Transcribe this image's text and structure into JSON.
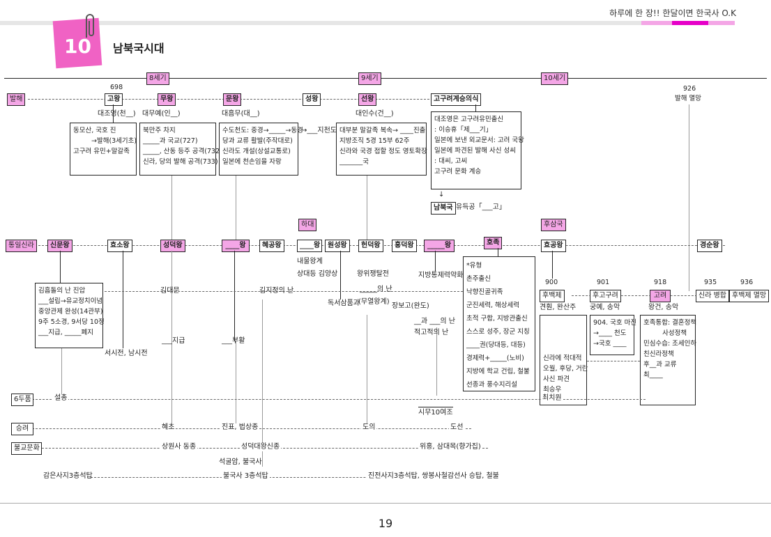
{
  "header": {
    "title": "하루에 한 장!! 한달이면 한국사 O.K",
    "colors": {
      "accent": "#f062c4",
      "bar_pink": "#f4a6e6",
      "bar_mag": "#e600c8"
    }
  },
  "chapter": {
    "number": "10",
    "title": "남북국시대"
  },
  "timeline": {
    "c8": "8세기",
    "c9": "9세기",
    "c10": "10세기"
  },
  "balhae": {
    "row": "발해",
    "year698": "698",
    "gowang": "고왕",
    "gowang_note": "대조영(천__)",
    "muwang": "무왕",
    "muwang_note": "대무예(인__)",
    "munwang": "문왕",
    "munwang_note": "대흠무(대__)",
    "seongwang": "성왕",
    "seonwang": "선왕",
    "seonwang_note": "대인수(건__)",
    "heritage": "고구려계승의식",
    "y926": "926",
    "fall": "발해 멸망",
    "gowang_box": [
      "동모산, 국호 진",
      "→발해(3세기초)",
      "고구려 유민+말갈족"
    ],
    "muwang_box": [
      "북만주 차지",
      "_____과 국교(727)",
      "_____, 산동 등주 공격(732)",
      "신라, 당의 발해 공격(733)"
    ],
    "munwang_box": [
      "수도천도: 중경→_____→동경",
      "당과 교류 활발(주작대로)",
      "신라도 개설(상설교통로)",
      "일본에 천손임을 자랑"
    ],
    "seongwang_arrow": "→___지천도",
    "seonwang_box": [
      "대부분 말갈족 복속→ ____진출",
      "지방조직 5경 15부 62주",
      "신라와 국경 접할 정도 영토확장",
      "_______국"
    ],
    "heritage_box": [
      "대조영은 고구려유민출신",
      "  : 이승휴「제___기」",
      "일본에 보낸 외교문서: 고려 국왕",
      "일본에 파견된 발해 사신 성씨",
      "  : 대씨, 고씨",
      "고구려 문화 계승"
    ],
    "nambuk": "남북국",
    "nambuk_note": "유득공「___고」"
  },
  "silla": {
    "row": "통일신라",
    "sinmun": "신문왕",
    "hyoso": "효소왕",
    "seongdeok": "성덕왕",
    "king4": "____왕",
    "hyegong": "혜공왕",
    "king6": "____왕",
    "hadae": "하대",
    "wonseong": "원성왕",
    "heondeok": "헌덕왕",
    "heungdeok": "흥덕왕",
    "king10": "_____왕",
    "hojok": "호족",
    "husamguk": "후삼국",
    "hyogong": "효공왕",
    "gyeongsun": "경순왕",
    "sinmun_box": [
      "김흠돌의 난 진압",
      "___설립→유교정치이념",
      "중앙관제 완성(14관부)",
      "9주 5소경, 9서당 10정",
      "___지급, _____폐지"
    ],
    "hojok_box": [
      "*유형",
      "  촌주출신",
      "  낙향진골귀족",
      "  군진세력, 해상세력",
      "  초적 구합, 지방관출신",
      "스스로 성주, 장군 지칭",
      "____권(당대등, 대등)",
      "경제력+_____(노비)",
      "지방에 학교 건립, 철불",
      "선종과 풍수지리설"
    ],
    "hyoso_note": "서시전, 남시전",
    "seongdeok_note1": "김대문",
    "seongdeok_note2": "___지급",
    "king4_note": "___부활",
    "hyegong_note": "김지정의 난",
    "king6_note1": "내물왕계",
    "king6_note2": "상대등 김양상",
    "wonseong_note": "독서삼품과",
    "heondeok_note1": "왕위쟁탈전",
    "heondeok_note2": "_____의 난",
    "heondeok_note3": "(무열왕계)",
    "heungdeok_note": "장보고(완도)",
    "king10_note1": "지방통제력약화",
    "king10_note2": "__과 ___의 난",
    "king10_note3": "적고적의 난",
    "simu": "시무10여조",
    "y900": "900",
    "hubaekje": "후백제",
    "hubaekje_note": "견훤, 완산주",
    "y901": "901",
    "hugoguryeo": "후고구려",
    "hugoguryeo_note": "궁예, 송악",
    "y918": "918",
    "goryeo": "고려",
    "goryeo_note": "왕건, 송악",
    "y935": "935",
    "silla_merge": "신라 병합",
    "y936": "936",
    "hubaekje_fall": "후백제 멸망",
    "hubaekje_box": [
      "신라에 적대적",
      "오월, 후당, 거란",
      "사신 파견",
      "최승우"
    ],
    "hugoguryeo_box": [
      "904. 국호 마진",
      "→____ 천도",
      "→국호 ____"
    ],
    "goryeo_box": [
      "호족통합: 결혼정책",
      "         사성정책",
      "민심수습: 조세인하",
      "친신라정책",
      "후__과 교류",
      "최____"
    ]
  },
  "rows": {
    "yukdu": "6두품",
    "yukdu_a": "설총",
    "yukdu_b": "최치원",
    "monk": "승려",
    "monk_a": "혜초",
    "monk_b": "진표, 법상종",
    "monk_c": "도의",
    "monk_d": "도선",
    "buddhist": "불교문화",
    "bud_a": "상원사 동종",
    "bud_b": "성덕대왕신종",
    "bud_c": "석굴암, 불국사",
    "bud_d": "불국사 3층석탑",
    "bud_e": "위홍, 삼대목(향가집)",
    "bud_f": "감은사지3층석탑",
    "bud_g": "진전사지3층석탑, 쌍봉사철감선사 승탑, 철불"
  },
  "page_number": "19"
}
